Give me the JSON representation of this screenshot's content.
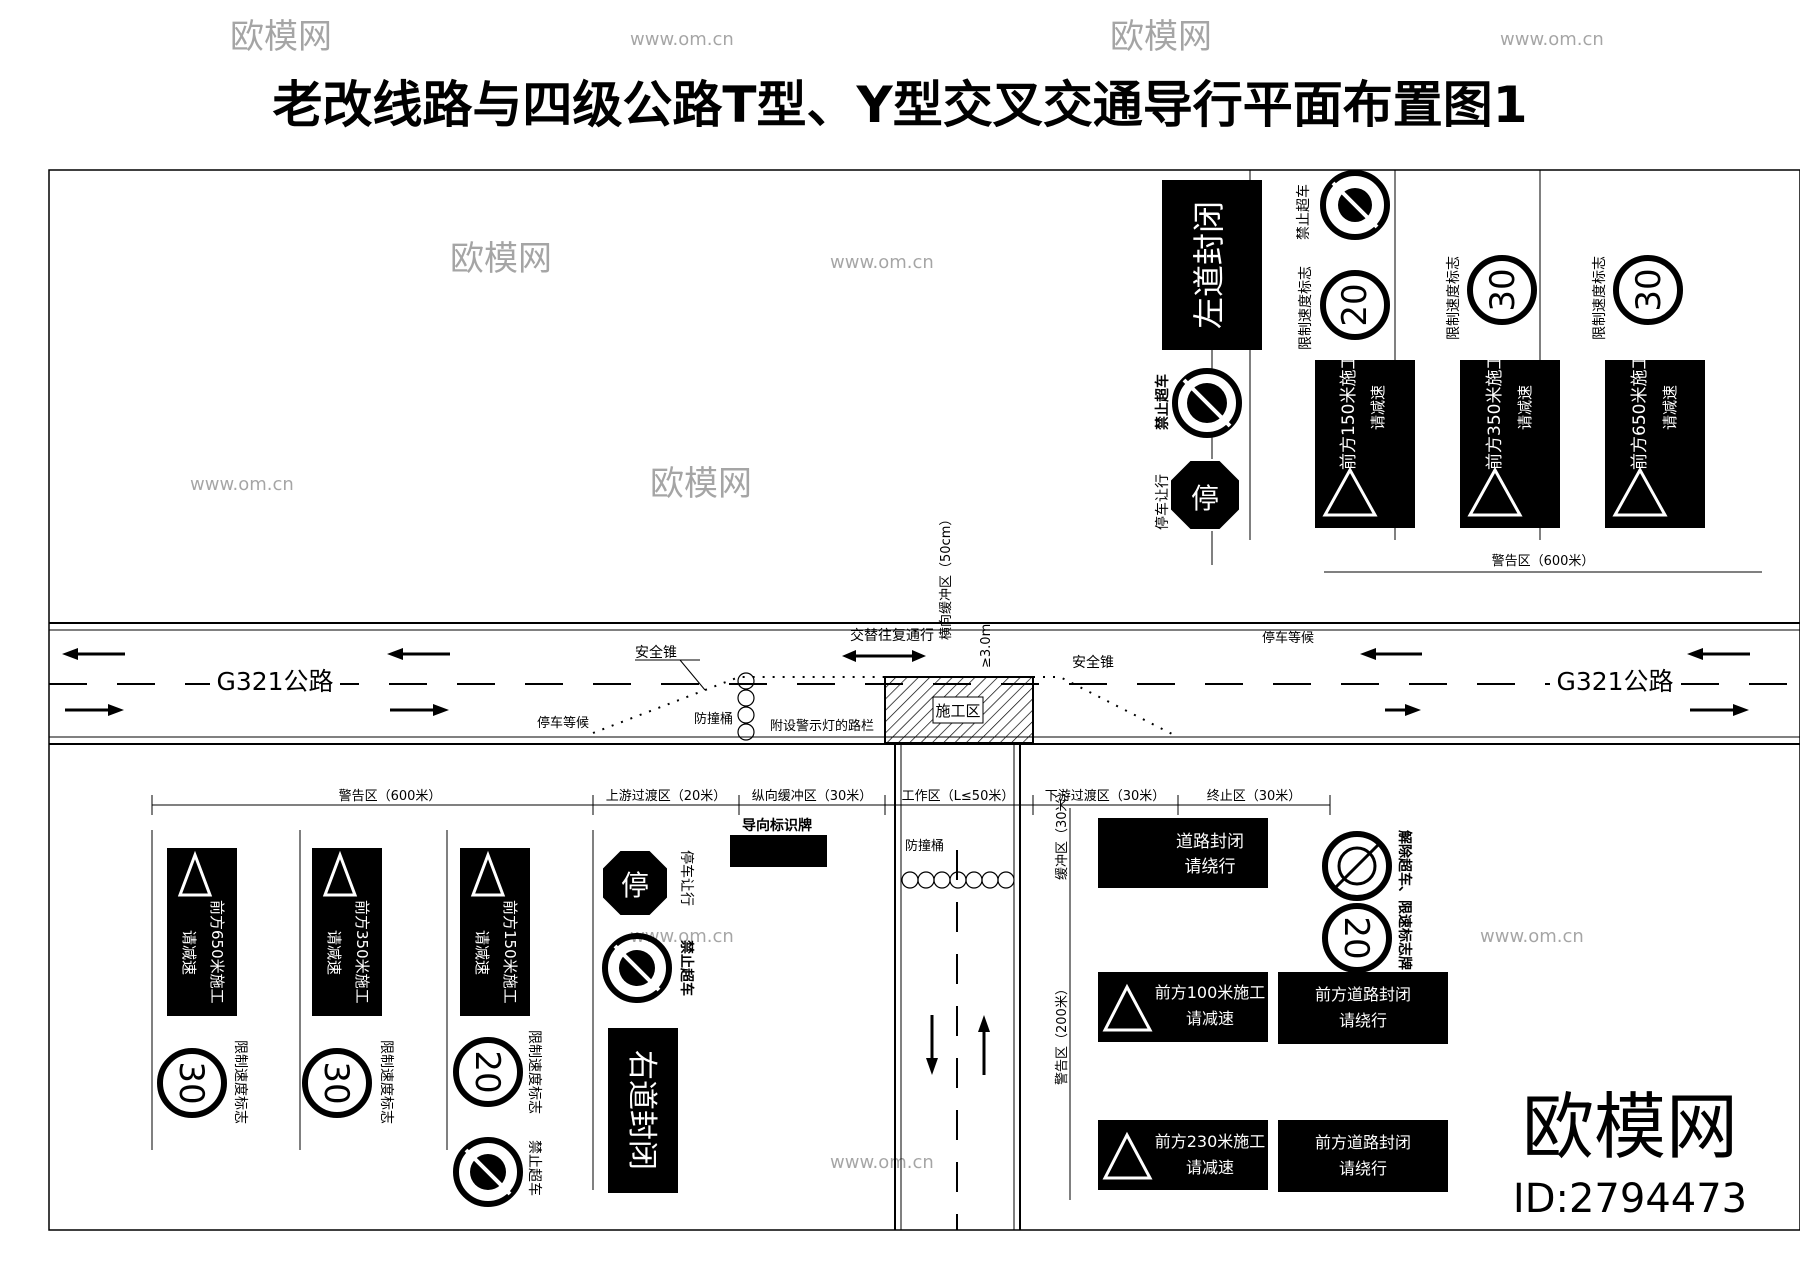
{
  "title": "老改线路与四级公路T型、Y型交叉交通导行平面布置图1",
  "road_name_left": "G321公路",
  "road_name_right": "G321公路",
  "labels": {
    "safety_cone_left": "安全锥",
    "safety_cone_right": "安全锥",
    "alternate_traffic": "交替往复通行",
    "lateral_buffer": "横向缓冲区（50cm）",
    "min_width": "≥3.0m",
    "stop_wait_left": "停车等候",
    "stop_wait_right": "停车等候",
    "barrier": "防撞桶",
    "barrier_lamps": "附设警示灯的路栏",
    "work_zone_box": "施工区",
    "guide_sign": "导向标识牌",
    "barrier_side": "防撞桶"
  },
  "zones": {
    "warning_left": "警告区（600米）",
    "upstream_transition": "上游过渡区（20米）",
    "longitudinal_buffer": "纵向缓冲区（30米）",
    "work_zone": "工作区（L≤50米）",
    "downstream_transition": "下游过渡区（30米）",
    "termination": "终止区（30米）",
    "warning_right_top": "警告区（600米）",
    "buffer_side": "缓冲区（30米）",
    "warning_side": "警告区（200米）"
  },
  "signs": {
    "left_lane_closed": "左道封闭",
    "right_lane_closed": "右道封闭",
    "stop_char": "停",
    "stop_yield": "停车让行",
    "no_overtaking": "禁止超车",
    "speed_sign_label": "限制速度标志",
    "end_no_overtaking": "解除超车、限速标志牌",
    "speed_20": "20",
    "speed_30": "30",
    "ahead_150": "前方150米施工",
    "ahead_350": "前方350米施工",
    "ahead_650": "前方650米施工",
    "ahead_100": "前方100米施工",
    "ahead_230": "前方230米施工",
    "slow_down": "请减速",
    "road_closed": "道路封闭",
    "detour": "请绕行",
    "road_ahead_closed": "前方道路封闭"
  },
  "watermark": {
    "brand": "欧模网",
    "url": "www.om.cn",
    "id": "ID:2794473"
  }
}
